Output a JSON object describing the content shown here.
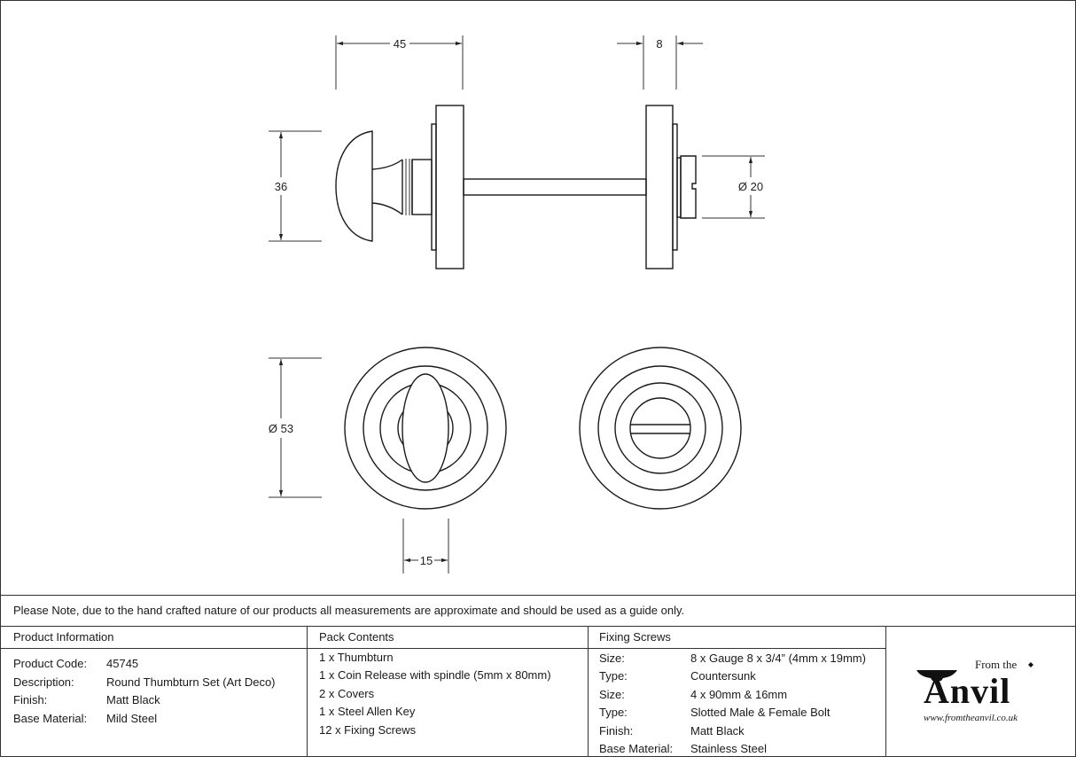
{
  "drawing": {
    "dimensions": {
      "knob_length": "45",
      "knob_height": "36",
      "plate_thickness": "8",
      "bolt_diameter": "Ø 20",
      "rose_diameter": "Ø 53",
      "turn_width": "15"
    }
  },
  "note": "Please Note, due to the hand crafted nature of our products all measurements are approximate and should be used as a guide only.",
  "product_info": {
    "header": "Product Information",
    "rows": [
      {
        "label": "Product Code:",
        "value": "45745"
      },
      {
        "label": "Description:",
        "value": "Round Thumbturn Set (Art Deco)"
      },
      {
        "label": "Finish:",
        "value": "Matt Black"
      },
      {
        "label": "Base Material:",
        "value": "Mild Steel"
      }
    ]
  },
  "pack_contents": {
    "header": "Pack Contents",
    "items": [
      "1 x Thumbturn",
      "1 x Coin Release with spindle (5mm x 80mm)",
      "2 x Covers",
      "1 x Steel Allen Key",
      "12 x Fixing Screws"
    ]
  },
  "fixing_screws": {
    "header": "Fixing Screws",
    "rows": [
      {
        "label": "Size:",
        "value": "8 x Gauge 8 x 3/4” (4mm x 19mm)"
      },
      {
        "label": "Type:",
        "value": "Countersunk"
      },
      {
        "label": "Size:",
        "value": "4 x 90mm & 16mm"
      },
      {
        "label": "Type:",
        "value": "Slotted Male & Female Bolt"
      },
      {
        "label": "Finish:",
        "value": "Matt Black"
      },
      {
        "label": "Base Material:",
        "value": "Stainless Steel"
      }
    ]
  },
  "logo": {
    "tagline": "From the",
    "name": "Anvil",
    "url": "www.fromtheanvil.co.uk"
  }
}
